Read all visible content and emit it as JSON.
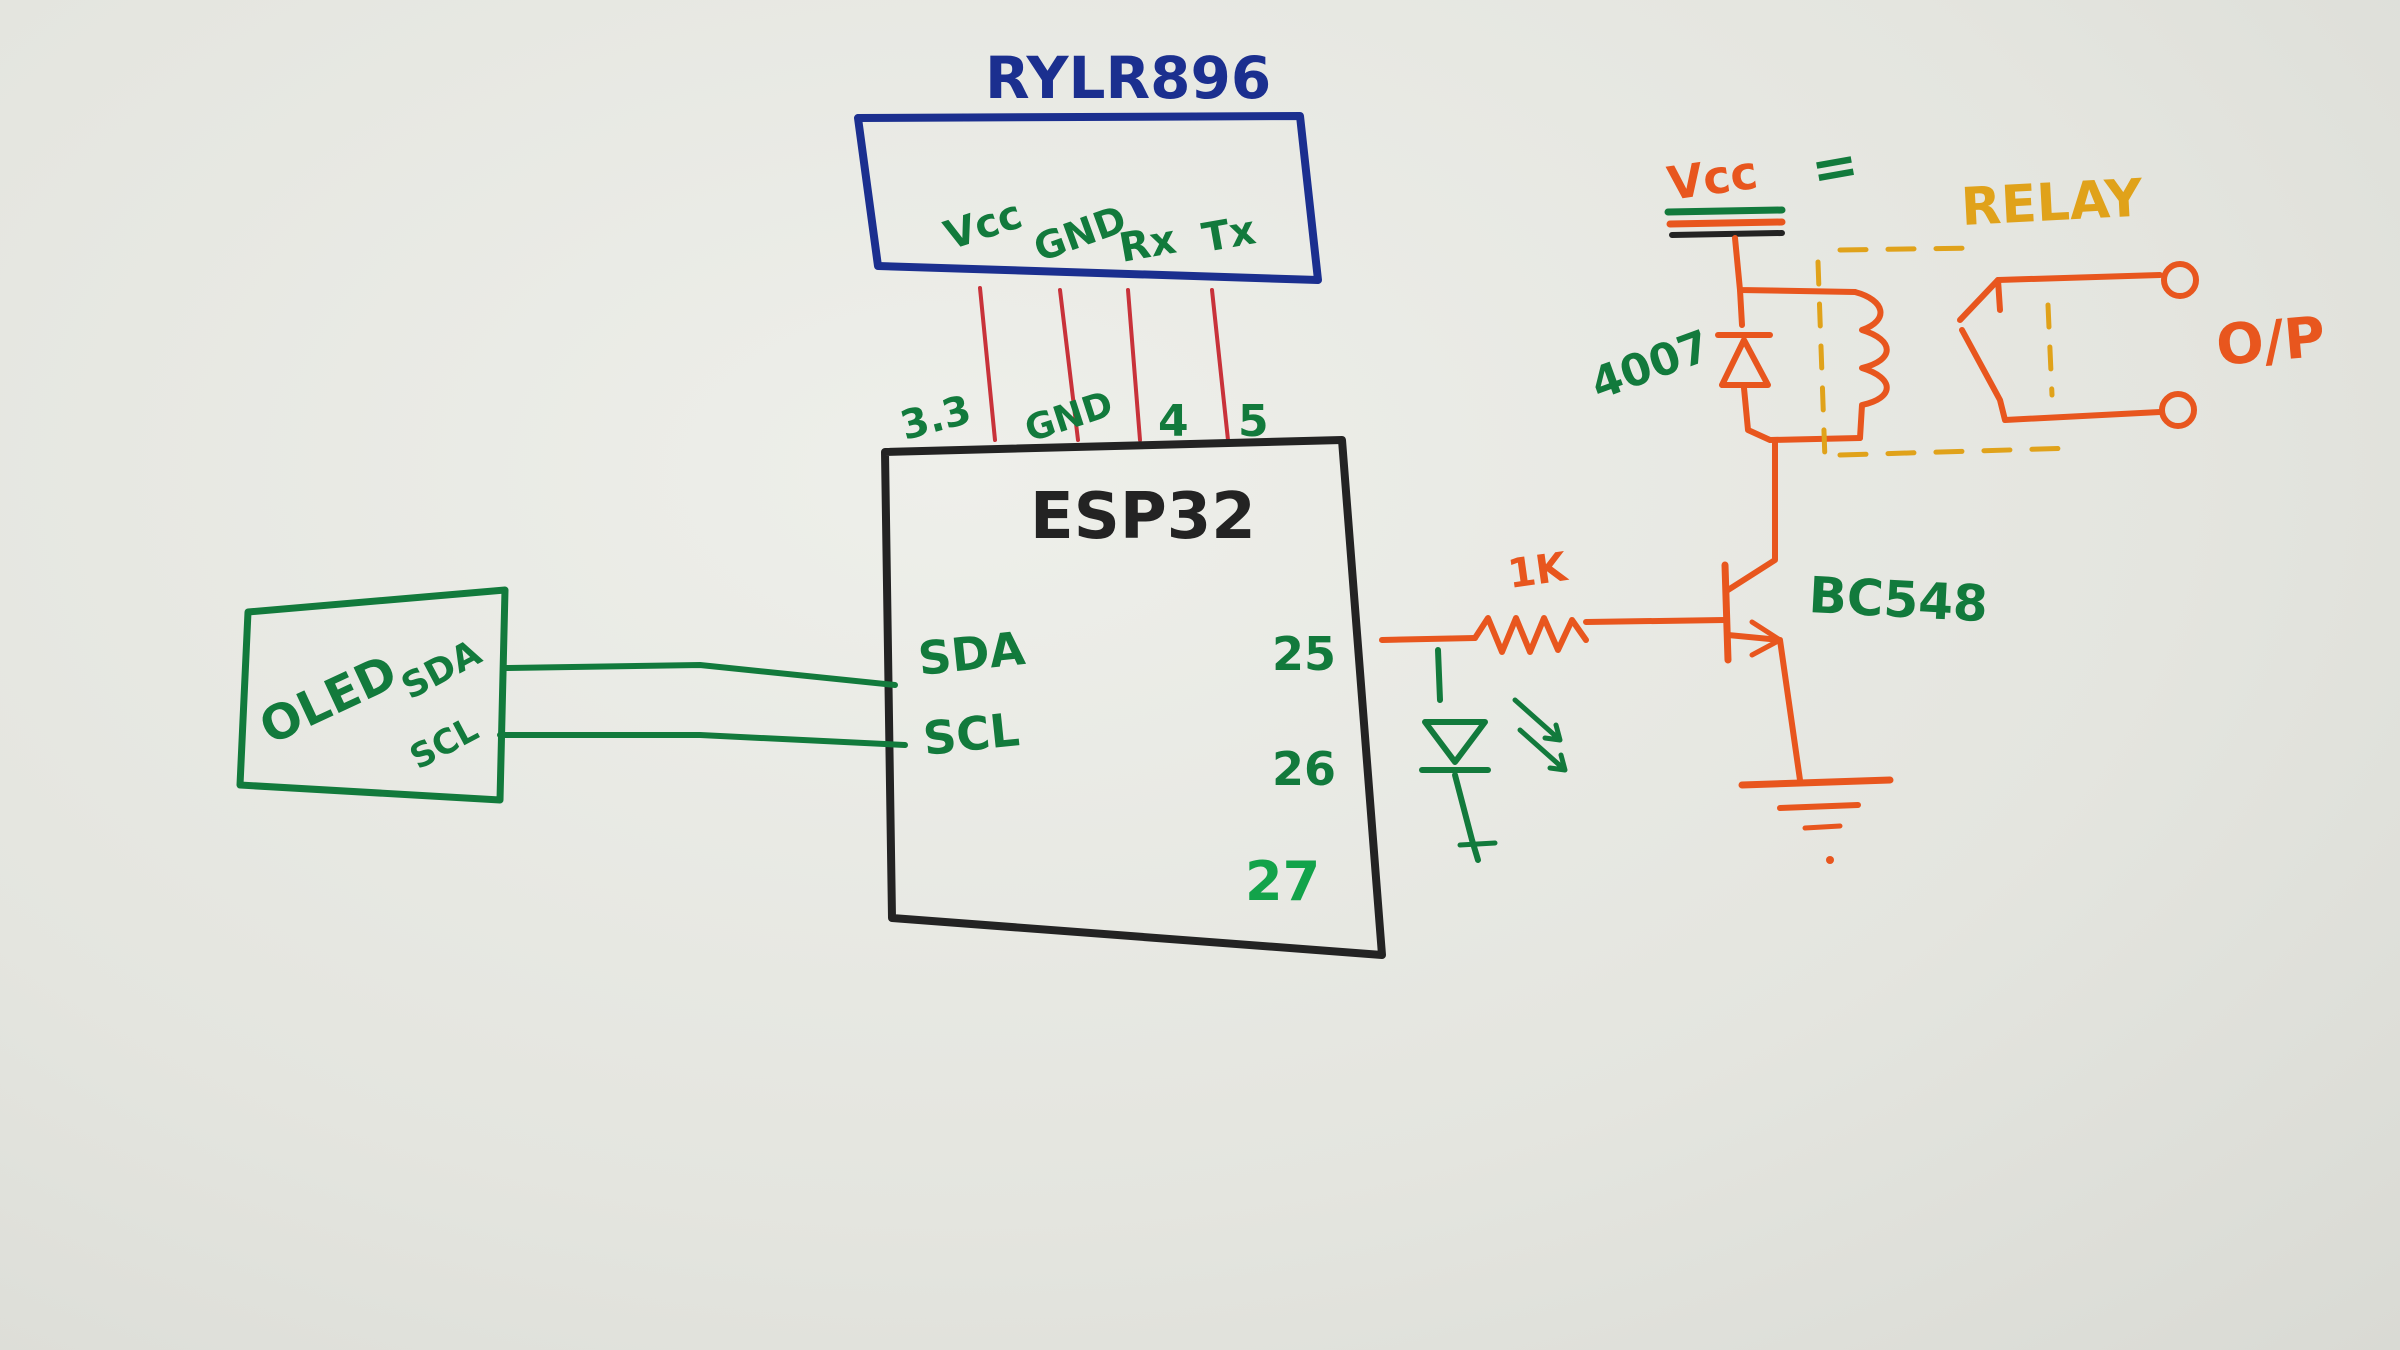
{
  "colors": {
    "blue": "#1b2f8f",
    "green": "#127a3c",
    "red": "#c8323a",
    "orange": "#e8561e",
    "black": "#232323",
    "yellow": "#e0a21a"
  },
  "labels": {
    "lora_module": "RYLR896",
    "lora_vcc": "Vcc",
    "lora_gnd": "GND",
    "lora_rx": "Rx",
    "lora_tx": "Tx",
    "pin_33": "3.3",
    "pin_gnd": "GND",
    "pin_4": "4",
    "pin_5": "5",
    "mcu": "ESP32",
    "mcu_sda": "SDA",
    "mcu_scl": "SCL",
    "pin_25": "25",
    "pin_26": "26",
    "pin_27": "27",
    "oled": "OLED",
    "oled_sda": "SDA",
    "oled_scl": "SCL",
    "resistor": "1K",
    "transistor": "BC548",
    "diode": "4007",
    "vcc": "Vcc",
    "vcc_eq": "=",
    "relay": "RELAY",
    "output": "O/P"
  }
}
